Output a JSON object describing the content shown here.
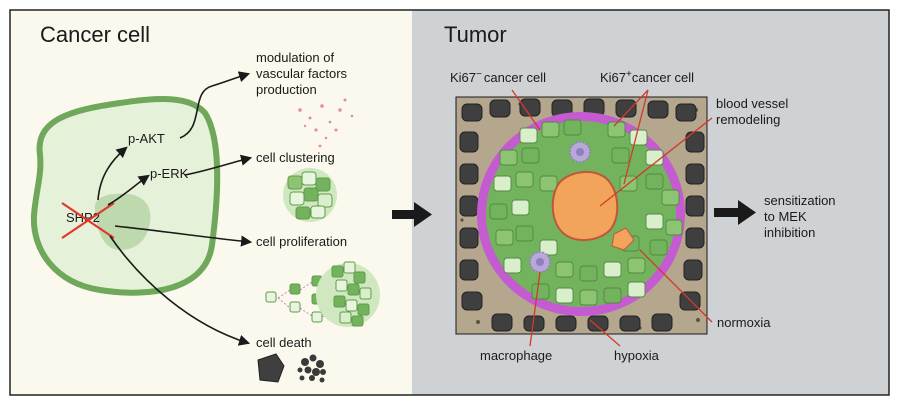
{
  "panels": {
    "left_title": "Cancer cell",
    "right_title": "Tumor"
  },
  "cell": {
    "gene": "SHP2",
    "p_akt": "p-AKT",
    "p_erk": "p-ERK"
  },
  "outcomes": {
    "vascular_1": "modulation of",
    "vascular_2": "vascular factors",
    "vascular_3": "production",
    "clustering": "cell clustering",
    "proliferation": "cell proliferation",
    "death": "cell death"
  },
  "tumor": {
    "ki67_neg": "Ki67",
    "ki67_neg_sup": "−",
    "ki67_neg_rest": "cancer cell",
    "ki67_pos": "Ki67",
    "ki67_pos_sup": "+",
    "ki67_pos_rest": "cancer cell",
    "vessel_1": "blood vessel",
    "vessel_2": "remodeling",
    "normoxia": "normoxia",
    "hypoxia": "hypoxia",
    "macrophage": "macrophage"
  },
  "result": {
    "line1": "sensitization",
    "line2": "to MEK",
    "line3": "inhibition"
  },
  "colors": {
    "left_bg": "#fbf9ed",
    "right_bg": "#cfd2d4",
    "cell_membrane": "#6fa85a",
    "cytoplasm": "#e6f1d9",
    "cancer_green": "#74b35e",
    "pale_green": "#d9efcc",
    "dark_cell": "#3f3f3f",
    "magenta": "#c45bd0",
    "vessel": "#f2a55a",
    "macrophage": "#b7a8d8",
    "crossout": "#e0362c"
  }
}
